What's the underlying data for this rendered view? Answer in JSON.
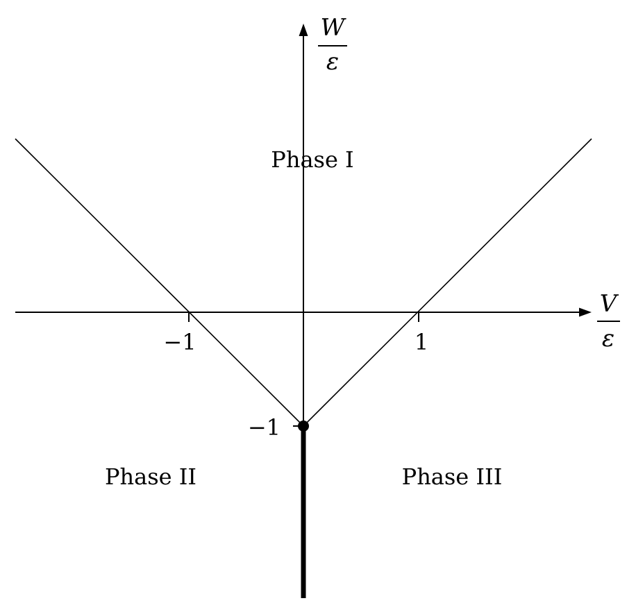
{
  "diagram": {
    "axes": {
      "x_label": {
        "numerator": "V",
        "denominator": "ε"
      },
      "y_label": {
        "numerator": "W",
        "denominator": "ε"
      }
    },
    "ticks": {
      "x_neg": "−1",
      "x_pos": "1",
      "y_neg": "−1"
    },
    "regions": {
      "phase_1": "Phase I",
      "phase_2": "Phase II",
      "phase_3": "Phase III"
    },
    "critical_point": {
      "V": 0,
      "W": -1
    },
    "colors": {
      "ink": "#000000",
      "background": "#ffffff"
    }
  }
}
